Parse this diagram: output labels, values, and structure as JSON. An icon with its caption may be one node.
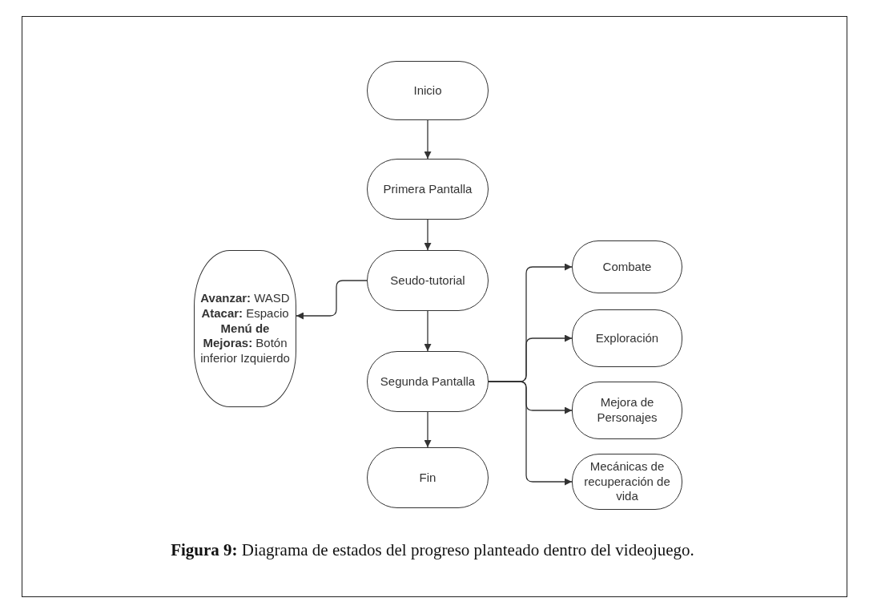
{
  "diagram": {
    "caption": "**Figura 9:** Diagrama de estados del progreso planteado dentro del videojuego.",
    "nodes": [
      {
        "text": [
          "Inicio"
        ]
      },
      {
        "text": [
          "Primera Pantalla"
        ]
      },
      {
        "text": [
          "Seudo-tutorial"
        ]
      },
      {
        "text": [
          "**Avanzar:** WASD",
          "**Atacar:** Espacio",
          "**Menú de Mejoras:** Botón inferior Izquierdo"
        ]
      },
      {
        "text": [
          "Segunda Pantalla"
        ]
      },
      {
        "text": [
          "Fin"
        ]
      },
      {
        "text": [
          "Combate"
        ]
      },
      {
        "text": [
          "Exploración"
        ]
      },
      {
        "text": [
          "Mejora de Personajes"
        ]
      },
      {
        "text": [
          "Mecánicas de recuperación de vida"
        ]
      }
    ],
    "edges": [
      {
        "from": 0,
        "to": 1,
        "arrow": "to"
      },
      {
        "from": 1,
        "to": 2,
        "arrow": "to"
      },
      {
        "from": 2,
        "to": 3,
        "arrow": "to"
      },
      {
        "from": 2,
        "to": 4,
        "arrow": "to"
      },
      {
        "from": 4,
        "to": 5,
        "arrow": "to"
      },
      {
        "from": 4,
        "to": 6,
        "arrow": "to"
      },
      {
        "from": 4,
        "to": 7,
        "arrow": "to"
      },
      {
        "from": 4,
        "to": 8,
        "arrow": "to"
      },
      {
        "from": 4,
        "to": 9,
        "arrow": "to"
      }
    ]
  }
}
